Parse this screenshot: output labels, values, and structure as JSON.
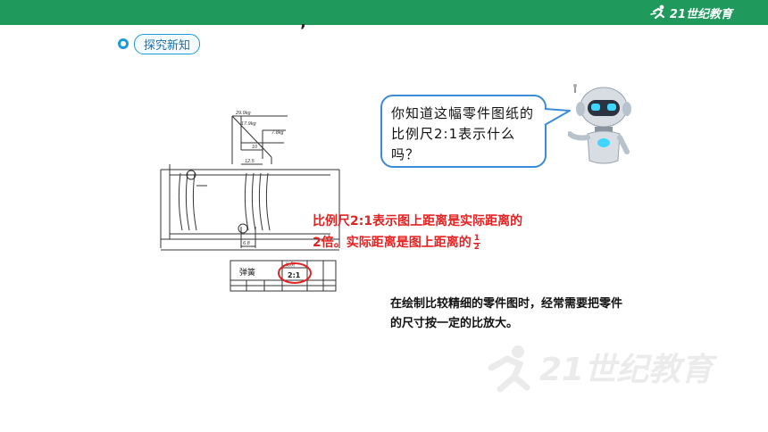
{
  "header": {
    "brand_text": "21世纪教育",
    "brand_color": "#1f9a5c"
  },
  "section": {
    "tag_label": "探究新知",
    "tag_icon": "bulb-icon",
    "accent_color": "#1e9ad6"
  },
  "stray_mark": "’",
  "drawing": {
    "icon": "spring-part-drawing",
    "annotations": [
      "29.9kg",
      "17.9kg",
      "7.8kg",
      "12.5",
      "10",
      "6.8"
    ],
    "title_block": {
      "name_cell": "弹簧",
      "scale_heading": "比例",
      "scale_value": "2:1"
    }
  },
  "speech_bubble": {
    "text": "你知道这幅零件图纸的比例尺2:1表示什么吗？",
    "border_color": "#3c8bd6"
  },
  "answer": {
    "text": "比例尺2:1表示图上距离是实际距离的2倍。实际距离是图上距离的",
    "fraction_numerator": "1",
    "fraction_denominator": "2",
    "color": "#e52222"
  },
  "note": {
    "text": "在绘制比较精细的零件图时，经常需要把零件的尺寸按一定的比放大。"
  },
  "robot": {
    "icon": "robot-mascot-icon"
  },
  "watermark": {
    "icon": "watermark-logo-icon",
    "text": "21世纪教育"
  }
}
